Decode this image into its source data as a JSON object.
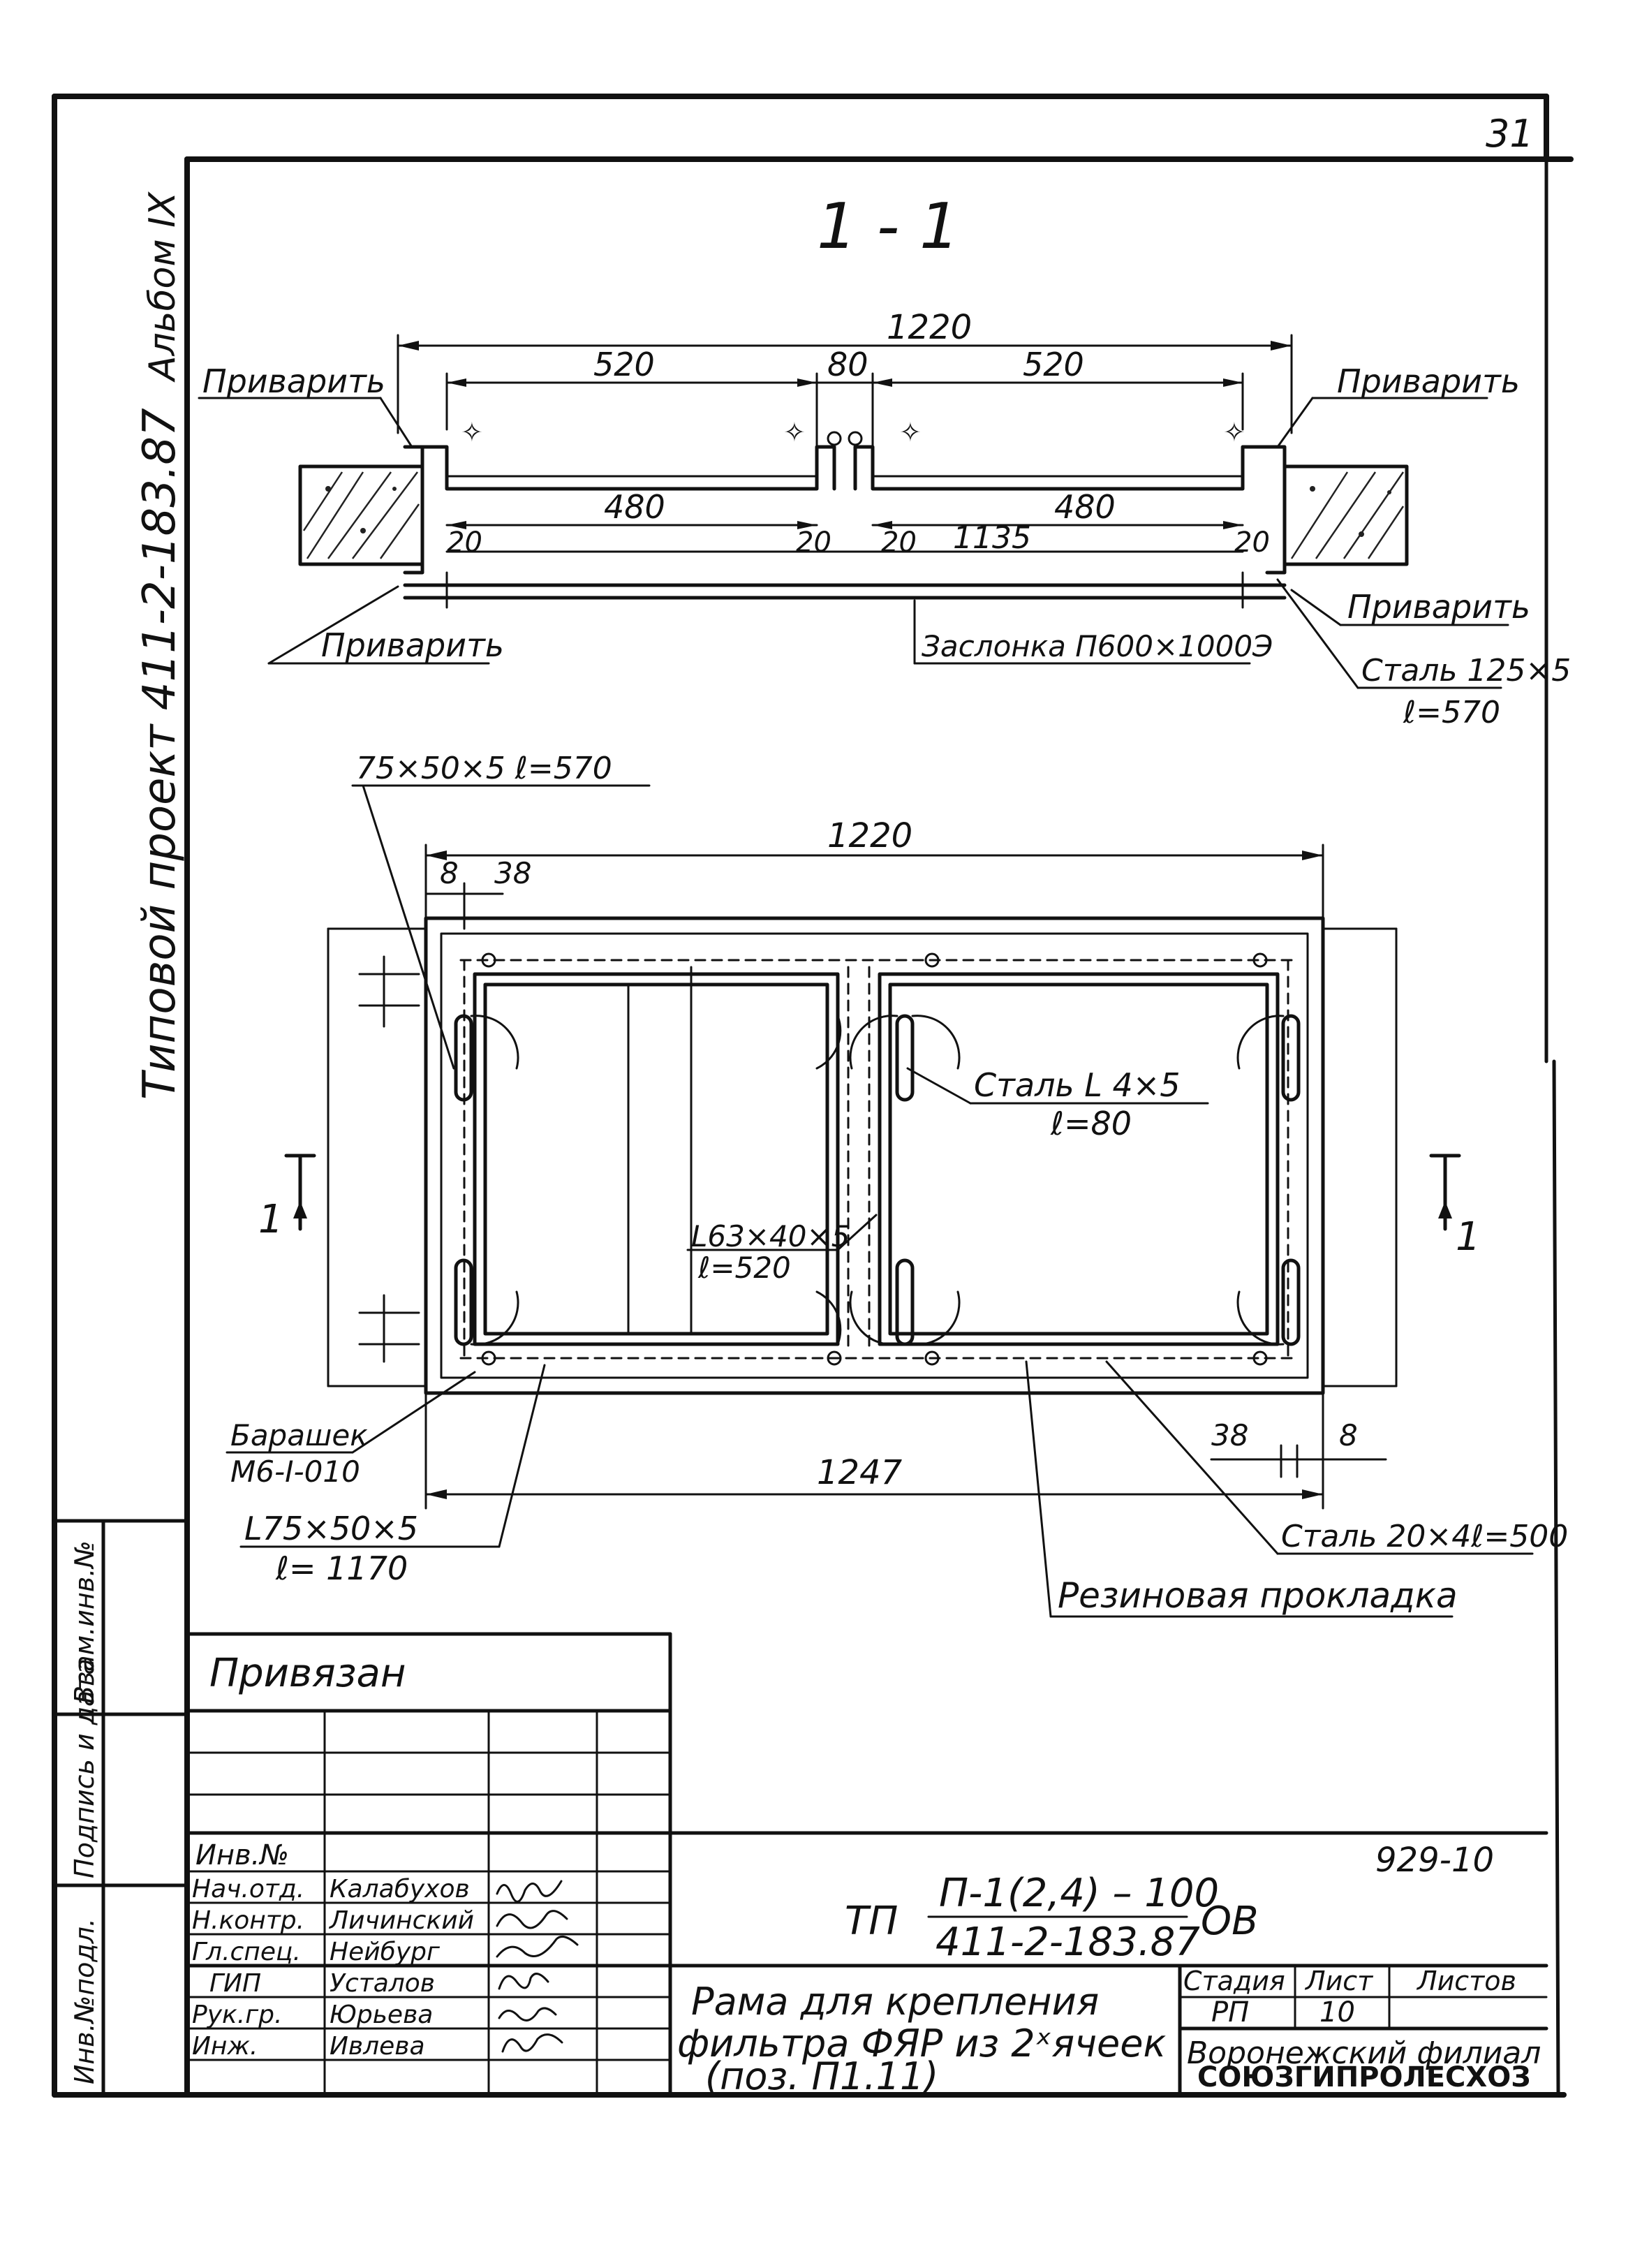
{
  "sheet": {
    "number": "31"
  },
  "margin": {
    "album": "Альбом IX",
    "project": "Типовой проект 411-2-183.87",
    "stamp_vzam": "Взам.инв.№",
    "stamp_podpis": "Подпись и дата",
    "stamp_inv": "Инв.№подл."
  },
  "section": {
    "title": "1 - 1",
    "dim_1220": "1220",
    "dim_520_left": "520",
    "dim_80": "80",
    "dim_520_right": "520",
    "dim_480_left": "480",
    "dim_480_right": "480",
    "dim_20_a": "20",
    "dim_20_b": "20",
    "dim_20_c": "20",
    "dim_20_d": "20",
    "dim_1135": "1135",
    "privarit_top_left": "Приварить",
    "privarit_top_right": "Приварить",
    "privarit_bottom_left": "Приварить",
    "privarit_bottom_right": "Приварить",
    "zaslonka": "Заслонка П600×1000Э",
    "stal_line1": "Сталь 125×5",
    "stal_line2": "ℓ=570"
  },
  "plan": {
    "callout_angle": "75×50×5  ℓ=570",
    "dim_1220": "1220",
    "dim_8_top": "8",
    "dim_38_top": "38",
    "stal_l_line1": "Сталь L 4×5",
    "stal_l_line2": "ℓ=80",
    "l63_line1": "L63×40×5",
    "l63_line2": "ℓ=520",
    "cut_mark_left": "1",
    "cut_mark_right": "1",
    "barashek_line1": "Барашек",
    "barashek_line2": "M6-I-010",
    "dim_1247": "1247",
    "dim_38_bottom": "38",
    "dim_8_bottom": "8",
    "l75_line1": "L75×50×5",
    "l75_line2": "ℓ= 1170",
    "stal_20": "Сталь 20×4ℓ=500",
    "rubber": "Резиновая прокладка"
  },
  "title_block": {
    "privyazan": "Привязан",
    "inv_no": "Инв.№",
    "doc_code": "929-10",
    "roles": [
      {
        "role": "Нач.отд.",
        "name": "Калабухов"
      },
      {
        "role": "Н.контр.",
        "name": "Личинский"
      },
      {
        "role": "Гл.спец.",
        "name": "Нейбург"
      },
      {
        "role": "ГИП",
        "name": "Усталов"
      },
      {
        "role": "Рук.гр.",
        "name": "Юрьева"
      },
      {
        "role": "Инж.",
        "name": "Ивлева"
      }
    ],
    "designation_prefix": "ТП",
    "designation_num": "П-1(2,4) – 100",
    "designation_den": "411-2-183.87",
    "designation_suffix": "ОВ",
    "description_line1": "Рама для крепления",
    "description_line2": "фильтра ФЯР из 2ˣячеек",
    "description_line3": "(поз. П1.11)",
    "stage_label": "Стадия",
    "sheet_label": "Лист",
    "sheets_label": "Листов",
    "stage_value": "РП",
    "sheet_value": "10",
    "sheets_value": "",
    "org_line1": "Воронежский филиал",
    "org_line2": "СОЮЗГИПРОЛЕСХОЗ"
  }
}
